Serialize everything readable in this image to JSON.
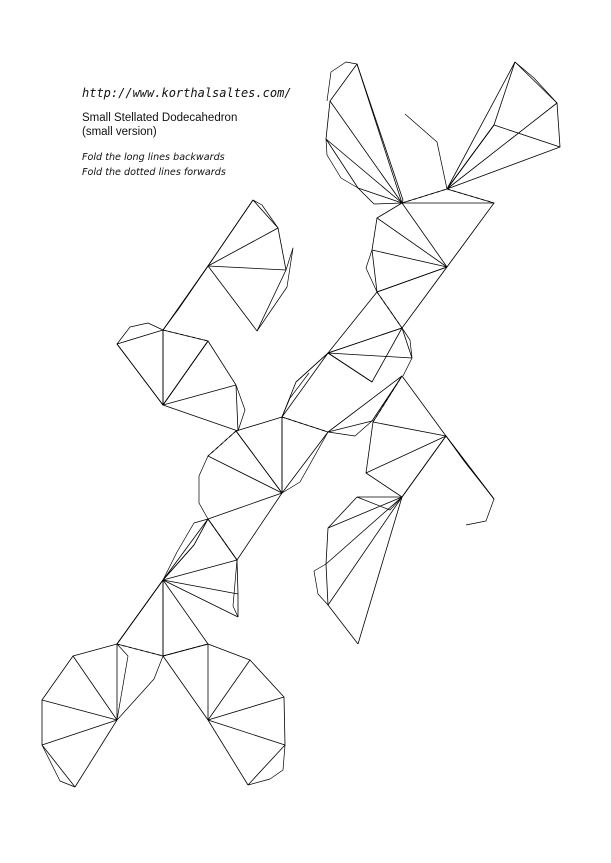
{
  "header": {
    "url": "http://www.korthalsaltes.com/",
    "title": "Small Stellated Dodecahedron",
    "subtitle": "(small version)",
    "instruction_backward": "Fold the long lines backwards",
    "instruction_forward": "Fold the dotted lines forwards"
  }
}
